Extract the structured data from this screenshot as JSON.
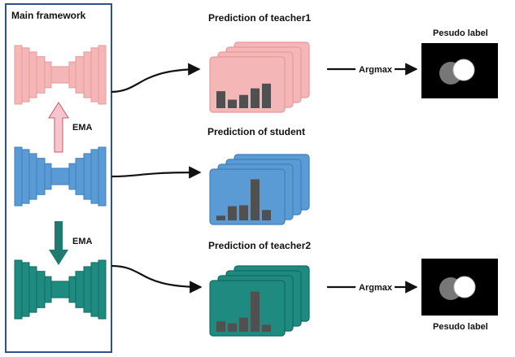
{
  "framework": {
    "title": "Main framework"
  },
  "ema_labels": {
    "upper": "EMA",
    "lower": "EMA"
  },
  "predictions": {
    "teacher1": "Prediction of teacher1",
    "student": "Prediction of student",
    "teacher2": "Prediction of teacher2"
  },
  "argmax": {
    "top": "Argmax",
    "bottom": "Argmax"
  },
  "pseudo_labels": {
    "top": "Pesudo label",
    "bottom": "Pesudo label"
  },
  "bars": {
    "teacher1": [
      0.36,
      0.18,
      0.28,
      0.42,
      0.52
    ],
    "student": [
      0.1,
      0.3,
      0.32,
      0.87,
      0.22
    ],
    "teacher2": [
      0.22,
      0.18,
      0.3,
      0.85,
      0.15
    ]
  },
  "colors": {
    "frame_border": "#2f4f8f",
    "teacher1_fill": "#f4b6b6",
    "teacher1_border": "#e79a9a",
    "student_fill": "#5b9bd5",
    "student_border": "#3f7fbd",
    "teacher2_fill": "#1f8a80",
    "teacher2_border": "#116b62",
    "bar": "#505050",
    "arrow": "#111111",
    "ema_up_fill": "#f6c6cc",
    "ema_up_stroke": "#c85a6a",
    "ema_down_fill": "#1f7a72"
  }
}
